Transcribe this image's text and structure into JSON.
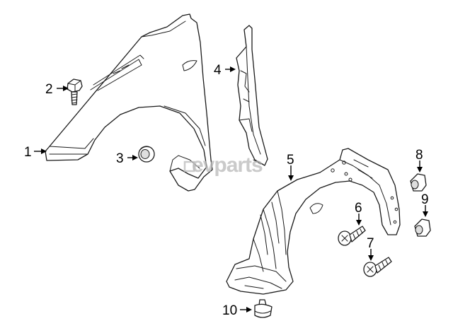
{
  "watermark": "evparts",
  "callouts": [
    {
      "number": "1"
    },
    {
      "number": "2"
    },
    {
      "number": "3"
    },
    {
      "number": "4"
    },
    {
      "number": "5"
    },
    {
      "number": "6"
    },
    {
      "number": "7"
    },
    {
      "number": "8"
    },
    {
      "number": "9"
    },
    {
      "number": "10"
    }
  ]
}
